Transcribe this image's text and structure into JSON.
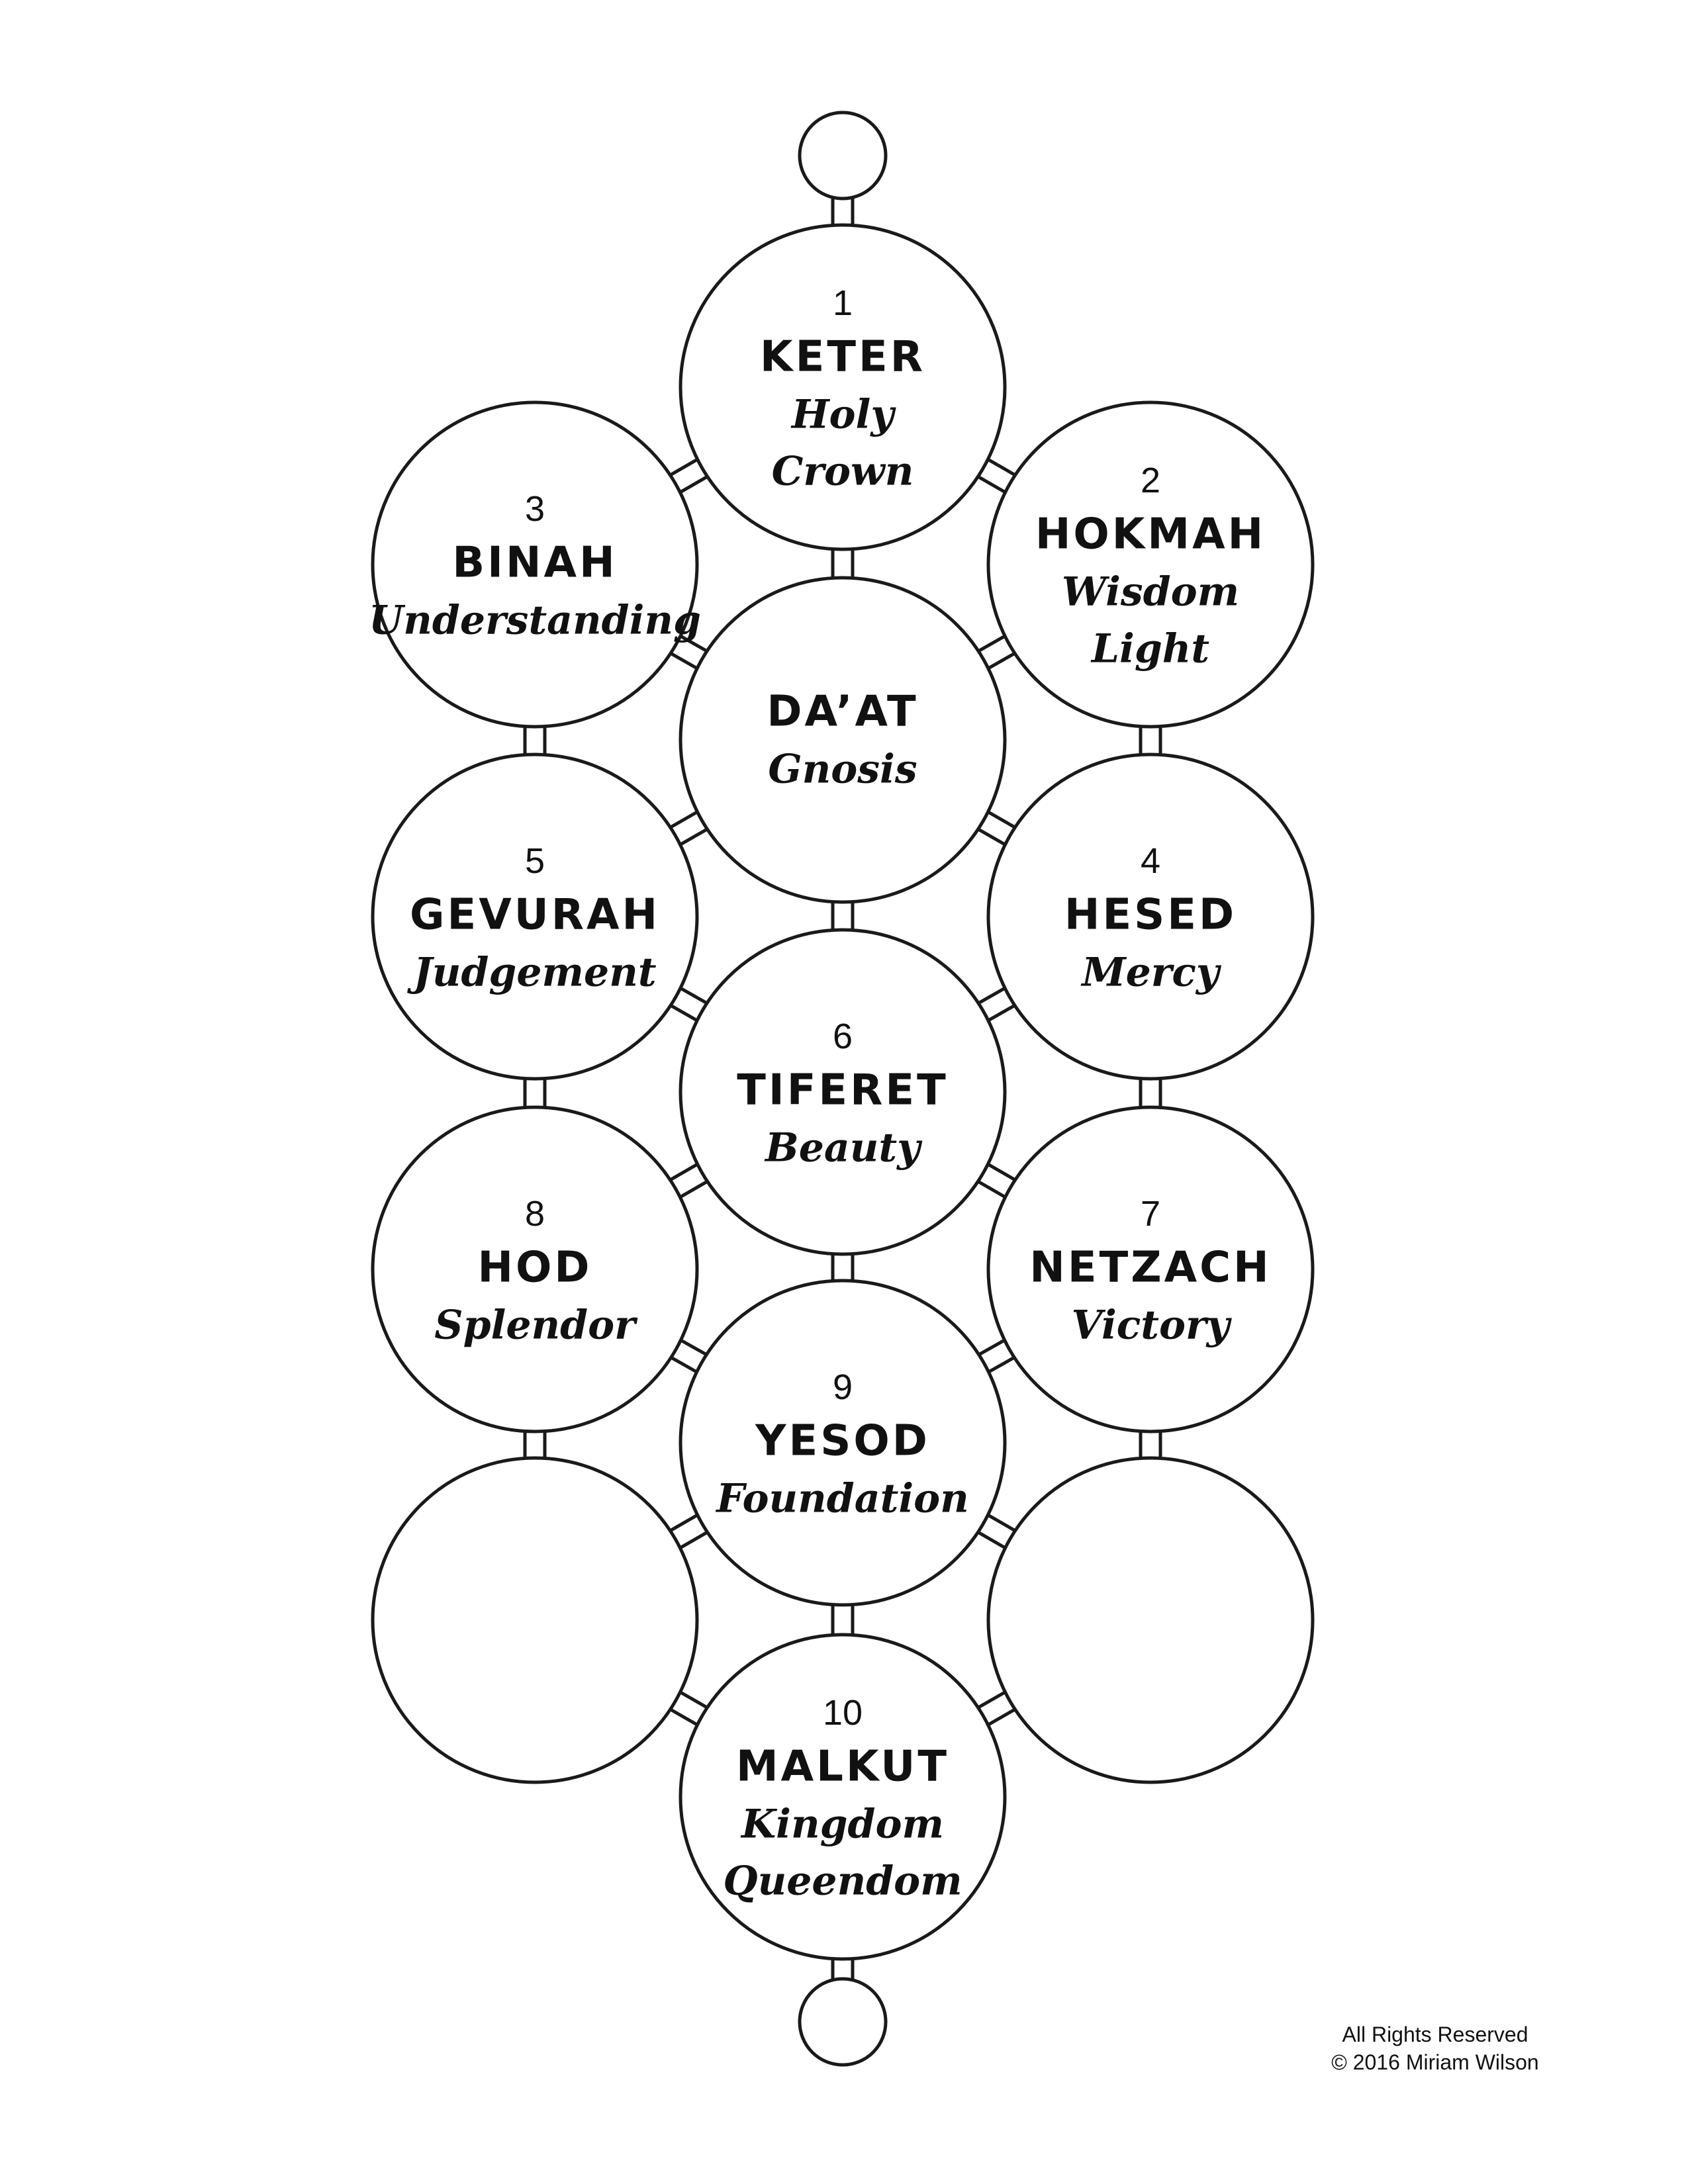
{
  "colors": {
    "stroke": "#1a1a1a",
    "fill": "#ffffff",
    "text": "#111111"
  },
  "nodes": [
    {
      "id": "top-small",
      "number": "",
      "name": "",
      "lines": []
    },
    {
      "id": "keter",
      "number": "1",
      "name": "KETER",
      "lines": [
        "Holy",
        "Crown"
      ]
    },
    {
      "id": "binah",
      "number": "3",
      "name": "BINAH",
      "lines": [
        "Understanding"
      ]
    },
    {
      "id": "hokmah",
      "number": "2",
      "name": "HOKMAH",
      "lines": [
        "Wisdom",
        "Light"
      ]
    },
    {
      "id": "daat",
      "number": "",
      "name": "DA’AT",
      "lines": [
        "Gnosis"
      ]
    },
    {
      "id": "gevurah",
      "number": "5",
      "name": "GEVURAH",
      "lines": [
        "Judgement"
      ]
    },
    {
      "id": "hesed",
      "number": "4",
      "name": "HESED",
      "lines": [
        "Mercy"
      ]
    },
    {
      "id": "tiferet",
      "number": "6",
      "name": "TIFERET",
      "lines": [
        "Beauty"
      ]
    },
    {
      "id": "hod",
      "number": "8",
      "name": "HOD",
      "lines": [
        "Splendor"
      ]
    },
    {
      "id": "netzach",
      "number": "7",
      "name": "NETZACH",
      "lines": [
        "Victory"
      ]
    },
    {
      "id": "yesod",
      "number": "9",
      "name": "YESOD",
      "lines": [
        "Foundation"
      ]
    },
    {
      "id": "left-blank",
      "number": "",
      "name": "",
      "lines": []
    },
    {
      "id": "right-blank",
      "number": "",
      "name": "",
      "lines": []
    },
    {
      "id": "malkut",
      "number": "10",
      "name": "MALKUT",
      "lines": [
        "Kingdom",
        "Queendom"
      ]
    },
    {
      "id": "bottom-small",
      "number": "",
      "name": "",
      "lines": []
    }
  ],
  "copyright": {
    "line1": "All Rights Reserved",
    "line2": "© 2016 Miriam Wilson"
  }
}
